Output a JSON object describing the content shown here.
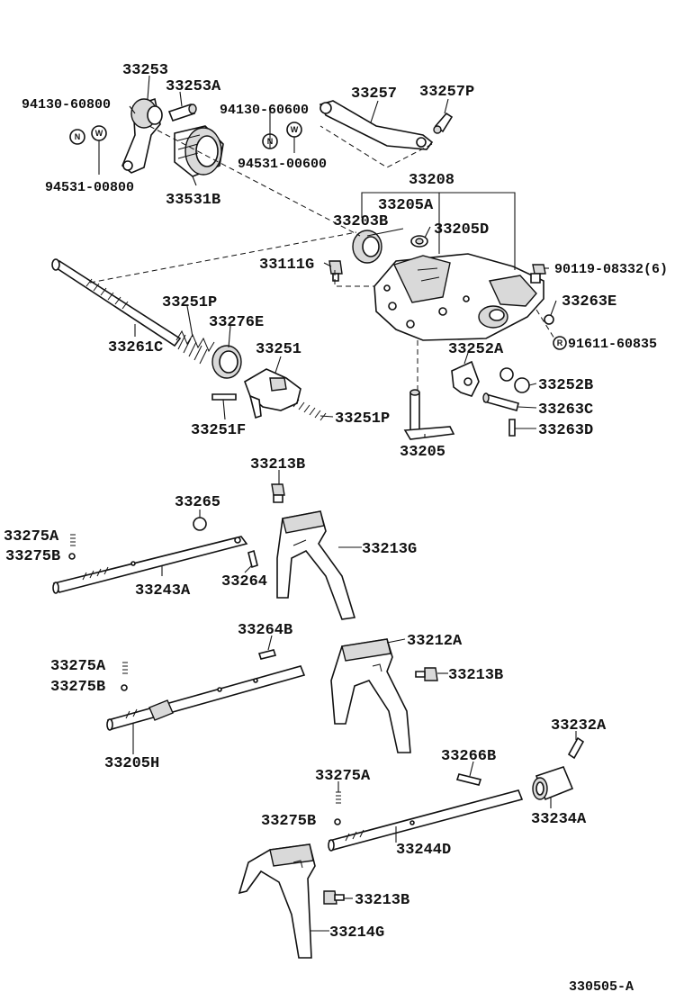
{
  "diagram": {
    "figure_code": "330505-A",
    "parts": [
      {
        "key": "p33253",
        "label": "33253"
      },
      {
        "key": "p33253A",
        "label": "33253A"
      },
      {
        "key": "p94130_60800",
        "label": "94130-60800"
      },
      {
        "key": "p94531_00800",
        "label": "94531-00800"
      },
      {
        "key": "p33531B",
        "label": "33531B"
      },
      {
        "key": "p94130_60600",
        "label": "94130-60600"
      },
      {
        "key": "p94531_00600",
        "label": "94531-00600"
      },
      {
        "key": "p33257",
        "label": "33257"
      },
      {
        "key": "p33257P",
        "label": "33257P"
      },
      {
        "key": "p33208",
        "label": "33208"
      },
      {
        "key": "p33205A",
        "label": "33205A"
      },
      {
        "key": "p33203B",
        "label": "33203B"
      },
      {
        "key": "p33205D",
        "label": "33205D"
      },
      {
        "key": "p33111G",
        "label": "33111G"
      },
      {
        "key": "p90119",
        "label": "90119-08332(6)"
      },
      {
        "key": "p33263E",
        "label": "33263E"
      },
      {
        "key": "p91611",
        "label": "91611-60835"
      },
      {
        "key": "p33251P_top",
        "label": "33251P"
      },
      {
        "key": "p33276E",
        "label": "33276E"
      },
      {
        "key": "p33261C",
        "label": "33261C"
      },
      {
        "key": "p33251",
        "label": "33251"
      },
      {
        "key": "p33252A",
        "label": "33252A"
      },
      {
        "key": "p33252B",
        "label": "33252B"
      },
      {
        "key": "p33263C",
        "label": "33263C"
      },
      {
        "key": "p33263D",
        "label": "33263D"
      },
      {
        "key": "p33251F",
        "label": "33251F"
      },
      {
        "key": "p33251P_bot",
        "label": "33251P"
      },
      {
        "key": "p33205",
        "label": "33205"
      },
      {
        "key": "p33213B_1",
        "label": "33213B"
      },
      {
        "key": "p33265",
        "label": "33265"
      },
      {
        "key": "p33213G",
        "label": "33213G"
      },
      {
        "key": "p33275A_1",
        "label": "33275A"
      },
      {
        "key": "p33275B_1",
        "label": "33275B"
      },
      {
        "key": "p33243A",
        "label": "33243A"
      },
      {
        "key": "p33264",
        "label": "33264"
      },
      {
        "key": "p33264B",
        "label": "33264B"
      },
      {
        "key": "p33212A",
        "label": "33212A"
      },
      {
        "key": "p33275A_2",
        "label": "33275A"
      },
      {
        "key": "p33275B_2",
        "label": "33275B"
      },
      {
        "key": "p33213B_2",
        "label": "33213B"
      },
      {
        "key": "p33205H",
        "label": "33205H"
      },
      {
        "key": "p33232A",
        "label": "33232A"
      },
      {
        "key": "p33266B",
        "label": "33266B"
      },
      {
        "key": "p33234A",
        "label": "33234A"
      },
      {
        "key": "p33275A_3",
        "label": "33275A"
      },
      {
        "key": "p33275B_3",
        "label": "33275B"
      },
      {
        "key": "p33244D",
        "label": "33244D"
      },
      {
        "key": "p33213B_3",
        "label": "33213B"
      },
      {
        "key": "p33214G",
        "label": "33214G"
      }
    ],
    "badges": {
      "n": "N",
      "w": "W",
      "r": "R"
    }
  }
}
